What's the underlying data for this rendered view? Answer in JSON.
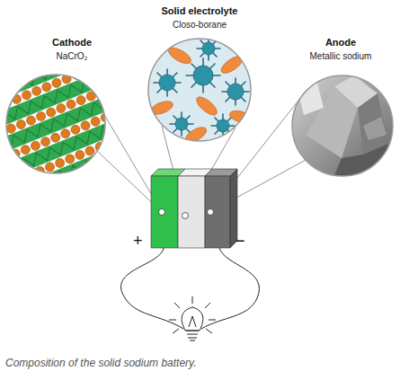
{
  "diagram": {
    "caption": "Composition of the solid sodium battery.",
    "nodes": [
      {
        "text": [
          "Solid electrolyte",
          "Closo-borane"
        ]
      },
      {
        "text": [
          "Cathode",
          "NaCrO₂"
        ]
      },
      {
        "text": [
          "Anode",
          "Metallic sodium"
        ]
      }
    ],
    "labels": [
      "+",
      "−"
    ]
  }
}
